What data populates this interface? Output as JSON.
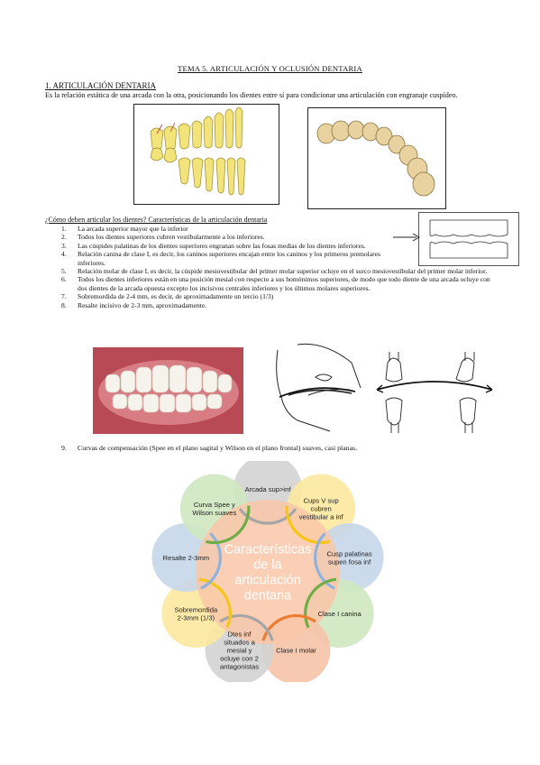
{
  "doc": {
    "title": "TEMA 5. ARTICULACIÓN Y OCLUSIÓN DENTARIA",
    "section_heading": "1. ARTICULACIÓN DENTARIA",
    "intro": "Es la relación estática de una arcada con la otra, posicionando los dientes entre sí para condicionar una articulación con  engranaje cuspídeo.",
    "question": "¿Cómo deben articular los dientes? Características de la articulación dentaria",
    "items": [
      {
        "num": "1.",
        "text": "La arcada superior mayor que la inferior"
      },
      {
        "num": "2.",
        "text": "Todos los dientes superiores cubren vestibularmente a los inferiores."
      },
      {
        "num": "3.",
        "text": "Las cúspides palatinas de los dientes superiores engranan sobre las fosas  medias de los dientes inferiores."
      },
      {
        "num": "4.",
        "text": "Relación canina de clase I, es decir, los caninos superiores encajan entre los caninos y los primeros premolares inferiores."
      },
      {
        "num": "5.",
        "text": "Relación molar de clase I, es decir, la cúspide mesiovestibular del primer molar superior ocluye en el surco mesiovestibular del primer molar inferior."
      },
      {
        "num": "6.",
        "text": "Todos los dientes inferiores están en una posición mesial con respecto a  sus homónimos superiores, de modo que todo diente de una arcada  ocluye con dos dientes de la arcada opuesta excepto los incisivos  centrales inferiores y los últimos molares superiores."
      },
      {
        "num": "7.",
        "text": "Sobremordida de 2-4 mm, es decir, de aproximadamente un tercio (1/3)"
      },
      {
        "num": "8.",
        "text": "Resalte incisivo de 2-3 mm, aproximadamente."
      }
    ],
    "item9": {
      "num": "9.",
      "text": "Curvas de compensación (Spee en el plano sagital y Wilson en el plano frontal)  suaves, casi planas."
    }
  },
  "diagram": {
    "center_lines": [
      "Características",
      "de la",
      "articulación",
      "dentaria"
    ],
    "petals": [
      {
        "lines": [
          "Arcada sup>inf"
        ],
        "color": "#d3d3d3"
      },
      {
        "lines": [
          "Cups V sup",
          "cubren",
          "vestibular a inf"
        ],
        "color": "#fce8a0"
      },
      {
        "lines": [
          "Cusp palatinas",
          "supen fosa inf"
        ],
        "color": "#c6d7ea"
      },
      {
        "lines": [
          "Clase I canina"
        ],
        "color": "#cfe8c1"
      },
      {
        "lines": [
          "Clase I molar"
        ],
        "color": "#f5c3a7"
      },
      {
        "lines": [
          "Dtes inf",
          "situados a",
          "mesial y",
          "ocluye con 2",
          "antagonistas"
        ],
        "color": "#d3d3d3"
      },
      {
        "lines": [
          "Sobremordida",
          "2-3mm (1/3)"
        ],
        "color": "#fce8a0"
      },
      {
        "lines": [
          "Resalte 2-3mm"
        ],
        "color": "#c6d7ea"
      },
      {
        "lines": [
          "Curva Spee y",
          "Wilson suaves"
        ],
        "color": "#cfe8c1"
      }
    ],
    "ring_colors": [
      "#a6a6a6",
      "#f5c518",
      "#8fb3dd",
      "#70ad47",
      "#ee7d31",
      "#a6a6a6",
      "#f5c518",
      "#8fb3dd",
      "#70ad47"
    ],
    "center_color": "#f9c7a8"
  }
}
